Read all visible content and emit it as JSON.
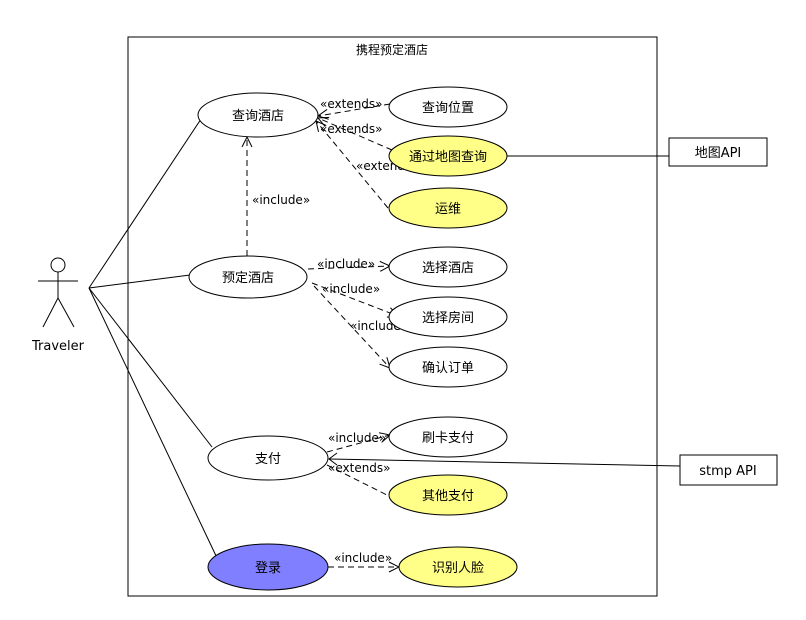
{
  "system": {
    "title": "携程预定酒店"
  },
  "actor": {
    "name": "Traveler"
  },
  "use_cases": {
    "query_hotel": "查询酒店",
    "query_location": "查询位置",
    "map_query": "通过地图查询",
    "operations": "运维",
    "book_hotel": "预定酒店",
    "select_hotel": "选择酒店",
    "select_room": "选择房间",
    "confirm_order": "确认订单",
    "pay": "支付",
    "card_pay": "刷卡支付",
    "other_pay": "其他支付",
    "login": "登录",
    "face_recognition": "识别人脸"
  },
  "external": {
    "map_api": "地图API",
    "stmp_api": "stmp API"
  },
  "relations": {
    "extends": "«extends»",
    "include": "«include»"
  },
  "colors": {
    "white": "#ffffff",
    "yellow": "#ffff88",
    "blue": "#7f7fff"
  }
}
